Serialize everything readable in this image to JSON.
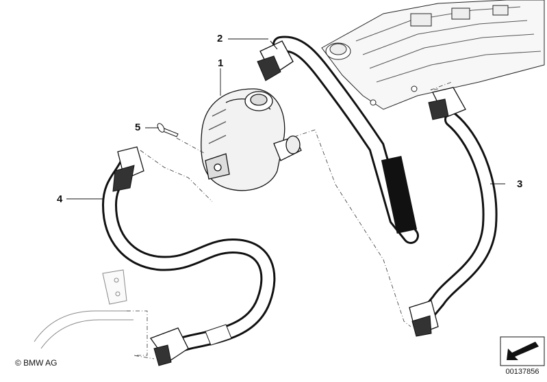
{
  "callouts": [
    {
      "id": "2",
      "label": "2"
    },
    {
      "id": "1",
      "label": "1"
    },
    {
      "id": "5",
      "label": "5"
    },
    {
      "id": "3",
      "label": "3"
    },
    {
      "id": "4",
      "label": "4"
    }
  ],
  "footer": {
    "copyright": "© BMW AG",
    "doc_number": "00137856"
  },
  "icons": {
    "orientation": "arrow-icon"
  }
}
